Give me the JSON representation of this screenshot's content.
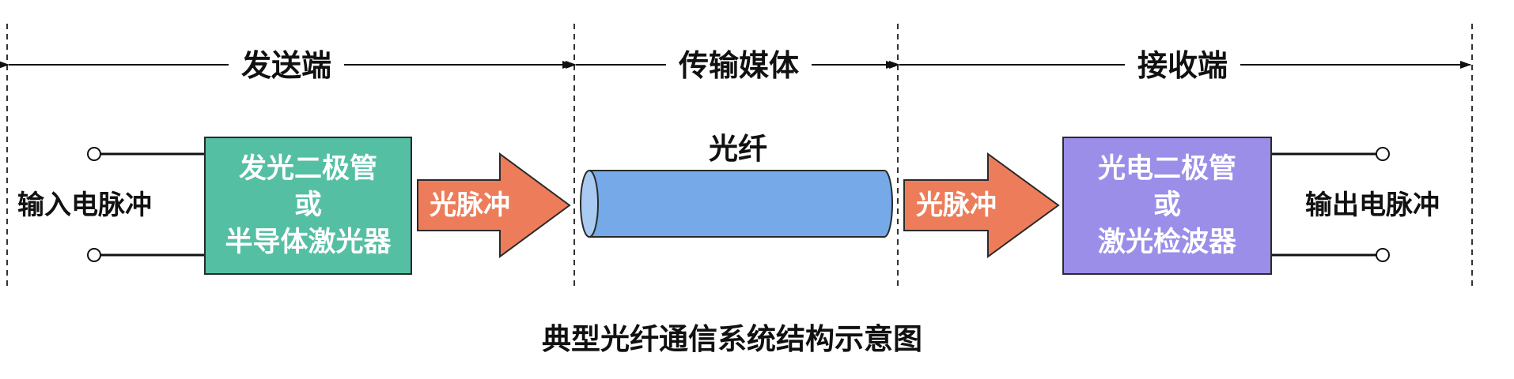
{
  "sections": {
    "sender": "发送端",
    "medium": "传输媒体",
    "receiver": "接收端"
  },
  "input_label": "输入电脉冲",
  "output_label": "输出电脉冲",
  "transmitter_box": {
    "line1": "发光二极管",
    "line2": "或",
    "line3": "半导体激光器",
    "color": "#55bfa3"
  },
  "receiver_box": {
    "line1": "光电二极管",
    "line2": "或",
    "line3": "激光检波器",
    "color": "#9a8ee9"
  },
  "pulse_arrow_1": {
    "label": "光脉冲",
    "color": "#ed7d5a"
  },
  "pulse_arrow_2": {
    "label": "光脉冲",
    "color": "#ed7d5a"
  },
  "fiber": {
    "label": "光纤",
    "color": "#75a9e8"
  },
  "caption": "典型光纤通信系统结构示意图"
}
